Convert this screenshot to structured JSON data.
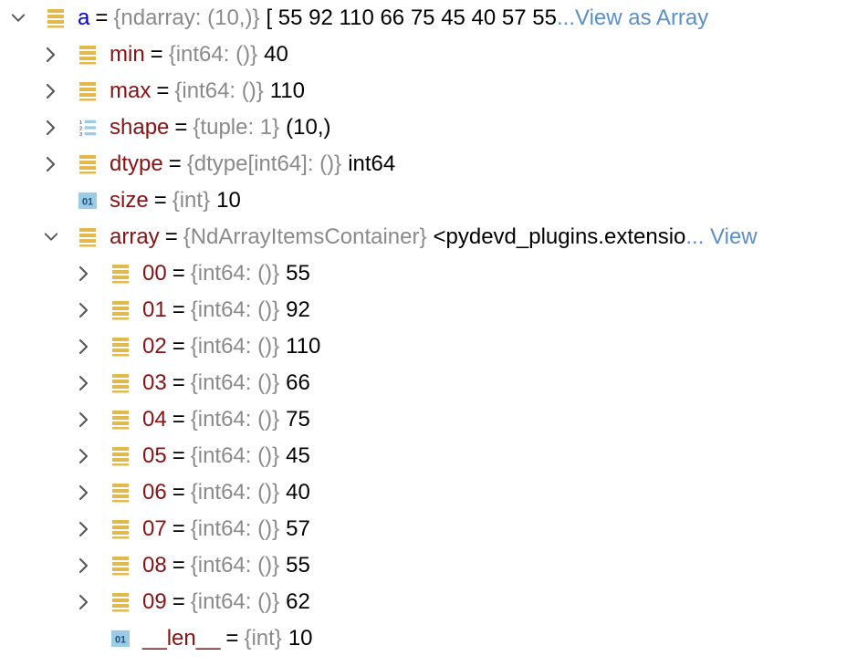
{
  "root": {
    "name": "a",
    "type": "{ndarray: (10,)}",
    "value": "[ 55  92 110  66  75  45  40  57  55",
    "link": "...View as Array"
  },
  "children": [
    {
      "name": "min",
      "type": "{int64: ()}",
      "value": "40",
      "icon": "list-icon",
      "expandable": true
    },
    {
      "name": "max",
      "type": "{int64: ()}",
      "value": "110",
      "icon": "list-icon",
      "expandable": true
    },
    {
      "name": "shape",
      "type": "{tuple: 1}",
      "value": "(10,)",
      "icon": "numbered-list-icon",
      "expandable": true
    },
    {
      "name": "dtype",
      "type": "{dtype[int64]: ()}",
      "value": "int64",
      "icon": "list-icon",
      "expandable": true
    },
    {
      "name": "size",
      "type": "{int}",
      "value": "10",
      "icon": "int-icon",
      "expandable": false
    }
  ],
  "array": {
    "name": "array",
    "type": "{NdArrayItemsContainer}",
    "value": "<pydevd_plugins.extensio",
    "link": "... View",
    "items": [
      {
        "name": "00",
        "type": "{int64: ()}",
        "value": "55"
      },
      {
        "name": "01",
        "type": "{int64: ()}",
        "value": "92"
      },
      {
        "name": "02",
        "type": "{int64: ()}",
        "value": "110"
      },
      {
        "name": "03",
        "type": "{int64: ()}",
        "value": "66"
      },
      {
        "name": "04",
        "type": "{int64: ()}",
        "value": "75"
      },
      {
        "name": "05",
        "type": "{int64: ()}",
        "value": "45"
      },
      {
        "name": "06",
        "type": "{int64: ()}",
        "value": "40"
      },
      {
        "name": "07",
        "type": "{int64: ()}",
        "value": "57"
      },
      {
        "name": "08",
        "type": "{int64: ()}",
        "value": "55"
      },
      {
        "name": "09",
        "type": "{int64: ()}",
        "value": "62"
      }
    ],
    "len": {
      "name": "__len__",
      "type": "{int}",
      "value": "10"
    }
  },
  "icons": {
    "int_label": "01",
    "numbered_digits": [
      "1",
      "2",
      "3"
    ]
  },
  "colors": {
    "name": "#871214",
    "root_name": "#0000d8",
    "type": "#8a8a8a",
    "link": "#5b8fc7",
    "list_icon": "#e2b94c",
    "int_icon": "#9ccbe6"
  }
}
